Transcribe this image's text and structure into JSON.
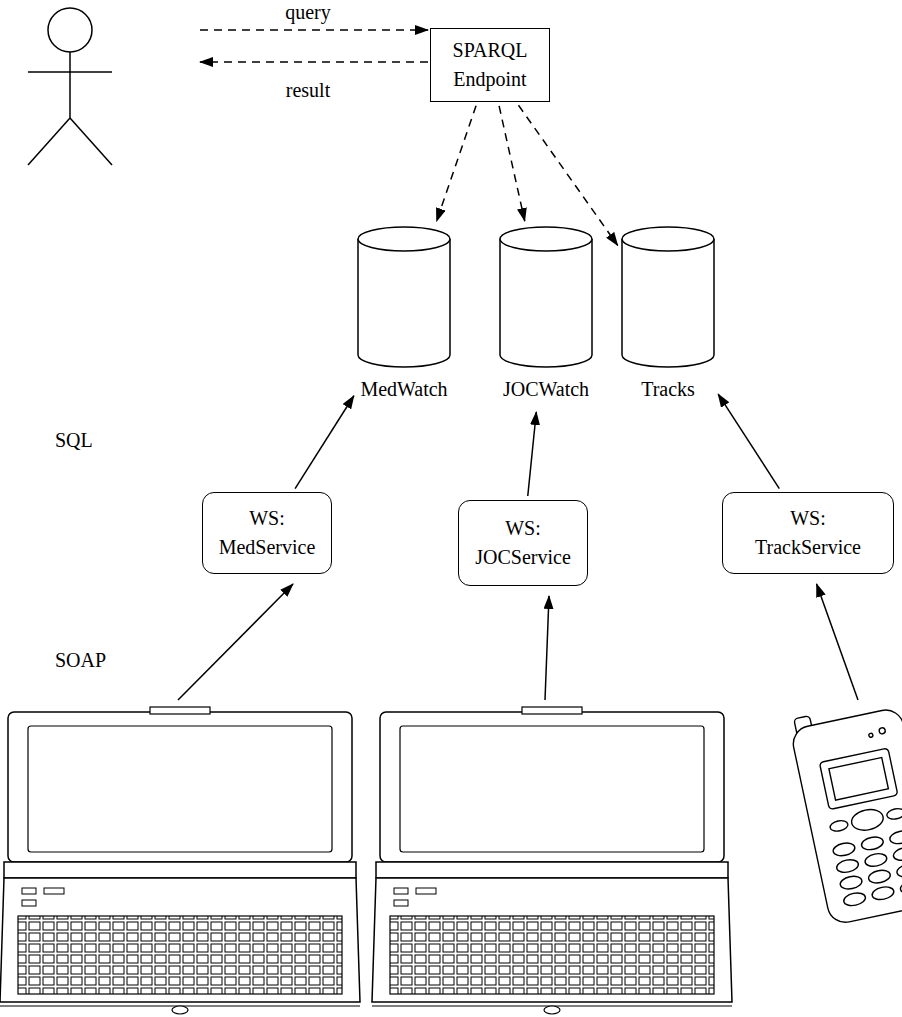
{
  "diagram": {
    "nodes": [
      {
        "text": [
          "SPARQL Endpoint"
        ]
      },
      {
        "text": [
          "MedWatch"
        ]
      },
      {
        "text": [
          "JOCWatch"
        ]
      },
      {
        "text": [
          "Tracks"
        ]
      },
      {
        "text": [
          "WS: MedService"
        ]
      },
      {
        "text": [
          "WS: JOCService"
        ]
      },
      {
        "text": [
          "WS: TrackService"
        ]
      }
    ],
    "edges": [
      {
        "from": 0,
        "to": 1,
        "arrow": "to"
      },
      {
        "from": 0,
        "to": 2,
        "arrow": "to"
      },
      {
        "from": 0,
        "to": 3,
        "arrow": "to"
      },
      {
        "from": 4,
        "to": 1,
        "arrow": "to"
      },
      {
        "from": 5,
        "to": 2,
        "arrow": "to"
      },
      {
        "from": 6,
        "to": 3,
        "arrow": "to"
      }
    ],
    "labels": [
      "query",
      "result",
      "SQL",
      "SOAP"
    ]
  }
}
